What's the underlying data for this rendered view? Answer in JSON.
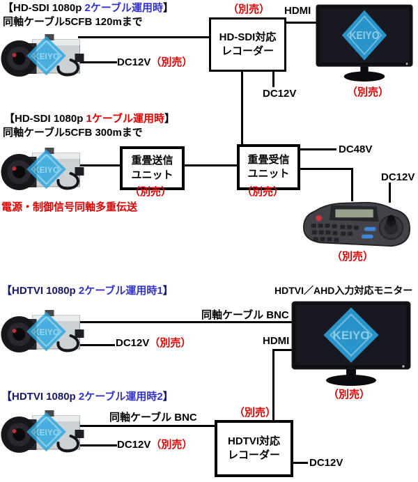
{
  "brand": "KEIYO",
  "colors": {
    "accent_red": "#e10000",
    "accent_blue": "#3333cc",
    "heading_navy": "#16166b",
    "line_black": "#000000",
    "logo_blue": "#2ba7e0"
  },
  "sections": [
    {
      "title_prefix": "【HD-SDI 1080p ",
      "title_highlight": "2ケーブル運用時",
      "title_suffix": "】",
      "subtitle": "同軸ケーブル5CFB 120mまで"
    },
    {
      "title_prefix": "【HD-SDI 1080p ",
      "title_highlight": "1ケーブル運用時",
      "title_suffix": "】",
      "subtitle": "同軸ケーブル5CFB 300mまで"
    },
    {
      "title_prefix": "【HDTVI 1080p ",
      "title_highlight": "2ケーブル運用時1",
      "title_suffix": "】"
    },
    {
      "title_prefix": "【HDTVI 1080p ",
      "title_highlight": "2ケーブル運用時2",
      "title_suffix": "】"
    }
  ],
  "boxes": {
    "hdsdi_recorder": {
      "line1": "HD-SDI対応",
      "line2": "レコーダー"
    },
    "tx_unit": {
      "line1": "重畳送信",
      "line2": "ユニット"
    },
    "rx_unit": {
      "line1": "重畳受信",
      "line2": "ユニット"
    },
    "hdtvi_recorder": {
      "line1": "HDTVI対応",
      "line2": "レコーダー"
    }
  },
  "labels": {
    "hdmi": "HDMI",
    "dc12v": "DC12V",
    "dc48v": "DC48V",
    "besshi": "（別売）",
    "coax_bnc": "同軸ケーブル BNC",
    "monitor_hdtvi": "HDTVI／AHD入力対応モニター",
    "power_note": "電源・制御信号同軸多重伝送"
  }
}
